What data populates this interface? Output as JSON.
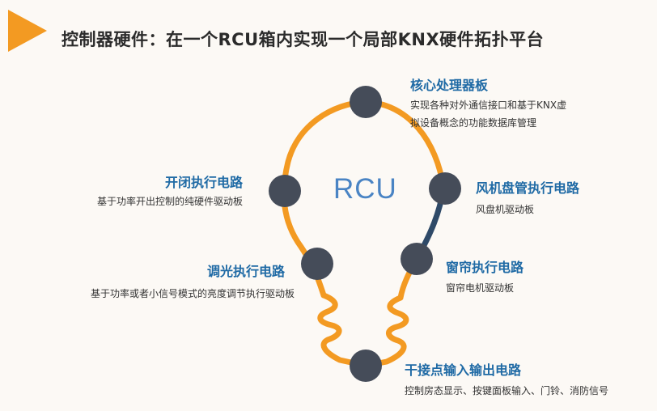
{
  "title": "控制器硬件：在一个RCU箱内实现一个局部KNX硬件拓扑平台",
  "center_label": "RCU",
  "nodes": {
    "core": {
      "title": "核心处理器板",
      "desc_line1": "实现各种对外通信接口和基于KNX虚",
      "desc_line2": "拟设备概念的功能数据库管理"
    },
    "switch": {
      "title": "开闭执行电路",
      "desc": "基于功率开出控制的纯硬件驱动板"
    },
    "fan": {
      "title": "风机盘管执行电路",
      "desc": "风盘机驱动板"
    },
    "dimmer": {
      "title": "调光执行电路",
      "desc": "基于功率或者小信号模式的亮度调节执行驱动板"
    },
    "curtain": {
      "title": "窗帘执行电路",
      "desc": "窗帘电机驱动板"
    },
    "dry_contact": {
      "title": "干接点输入输出电路",
      "desc": "控制房态显示、按键面板输入、门铃、消防信号"
    }
  },
  "colors": {
    "accent_orange": "#f39a22",
    "node_dark": "#454c59",
    "dark_segment": "#2f4a68",
    "title_blue": "#1f6aa5",
    "rcu_blue": "#4a84c4"
  }
}
